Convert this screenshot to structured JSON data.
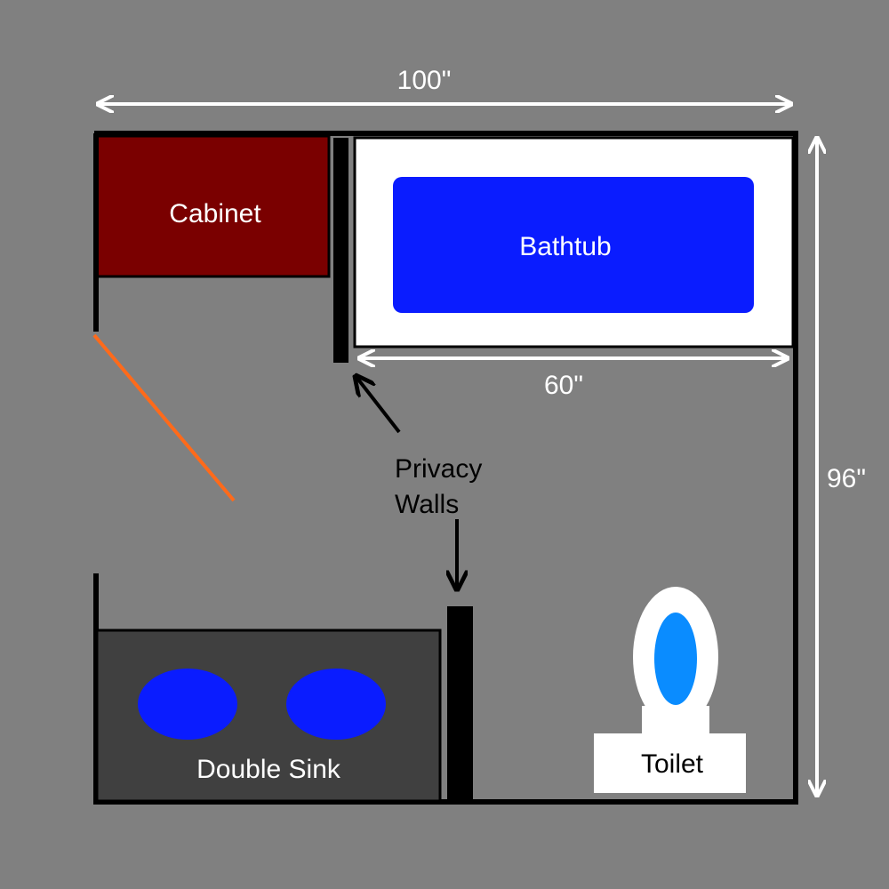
{
  "colors": {
    "background": "#808080",
    "wall": "#000000",
    "cabinet": "#7a0000",
    "tub_surround": "#ffffff",
    "bathtub": "#0a1cff",
    "sink_counter": "#404040",
    "sink_basin": "#0a1cff",
    "toilet_bowl": "#0a8cff",
    "toilet_body": "#ffffff",
    "door_swing": "#ff6a1a",
    "dimension_arrow": "#ffffff",
    "label_light": "#ffffff",
    "label_dark": "#000000"
  },
  "dimensions": {
    "width": "100\"",
    "depth": "96\"",
    "tub_length": "60\""
  },
  "fixtures": {
    "cabinet": "Cabinet",
    "bathtub": "Bathtub",
    "double_sink": "Double Sink",
    "toilet": "Toilet"
  },
  "annotations": {
    "privacy_walls_line1": "Privacy",
    "privacy_walls_line2": "Walls"
  }
}
